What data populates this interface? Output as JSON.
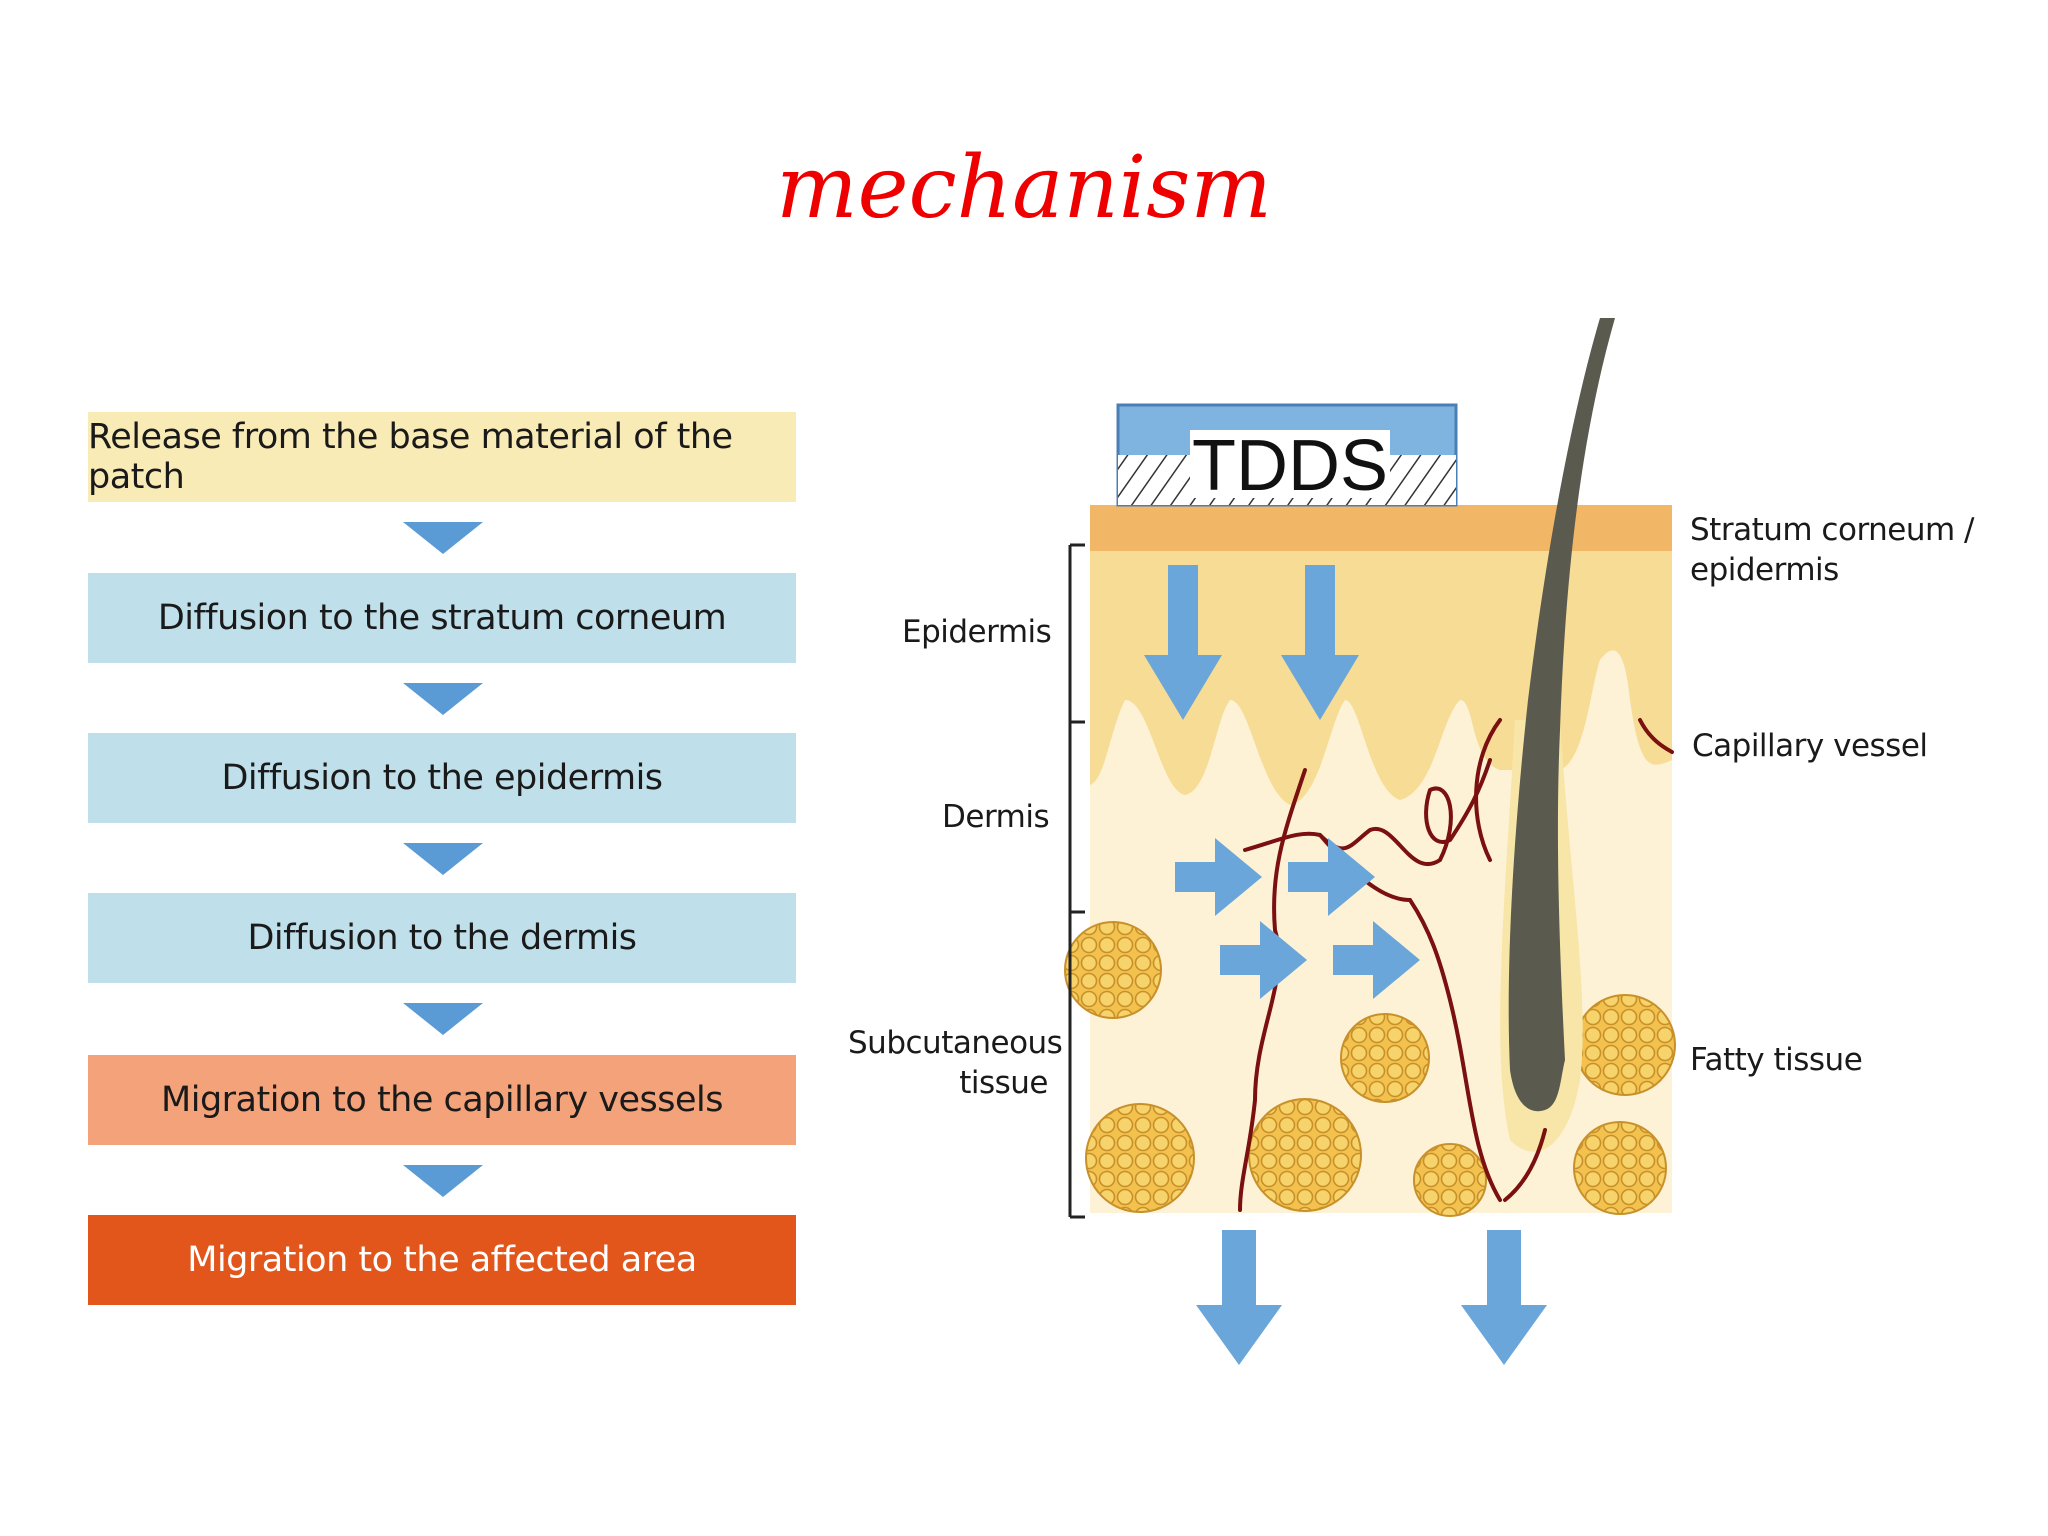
{
  "title": "mechanism",
  "flow": {
    "steps": [
      {
        "label": "Release from the base material of the patch",
        "color": "#f8ebb6"
      },
      {
        "label": "Diffusion to the stratum corneum",
        "color": "#bfe0ea"
      },
      {
        "label": "Diffusion to the epidermis",
        "color": "#bfe0ea"
      },
      {
        "label": "Diffusion to the dermis",
        "color": "#bfe0ea"
      },
      {
        "label": "Migration to the capillary vessels",
        "color": "#f4a27a"
      },
      {
        "label": "Migration to the affected area",
        "color": "#e2561c",
        "text_color": "#ffffff"
      }
    ],
    "arrow_color": "#5b9bd5"
  },
  "skin": {
    "patch_label": "TDDS",
    "left_labels": {
      "epidermis": "Epidermis",
      "dermis": "Dermis",
      "subcutaneous_line1": "Subcutaneous",
      "subcutaneous_line2": "tissue"
    },
    "right_labels": {
      "stratum_line1": "Stratum corneum /",
      "stratum_line2": "epidermis",
      "capillary": "Capillary vessel",
      "fatty": "Fatty tissue"
    },
    "colors": {
      "stratum": "#f2b766",
      "epidermis": "#f7dc96",
      "dermis": "#fdf2d6",
      "hair": "#5a5a4e",
      "vessel": "#7a1010",
      "fat": "#f2c14e",
      "arrow": "#6aa6d9"
    }
  }
}
